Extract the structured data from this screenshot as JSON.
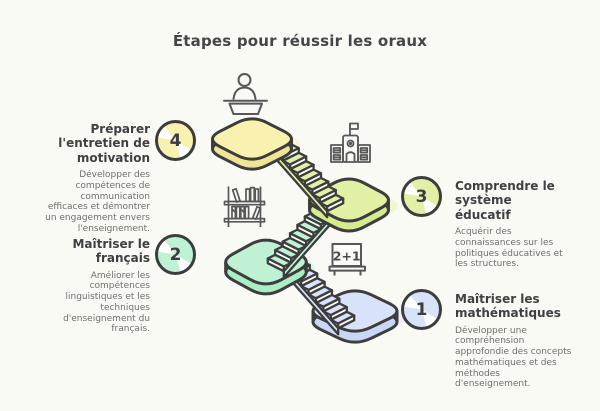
{
  "title": "Étapes pour réussir les oraux",
  "steps": [
    {
      "number": "1",
      "heading": "Maîtriser les mathématiques",
      "description": "Développer une compréhension approfondie des concepts mathématiques et des méthodes d'enseignement.",
      "color": "#D8E2F8",
      "side_color": "#C9D7F5"
    },
    {
      "number": "2",
      "heading": "Maîtriser le français",
      "description": "Améliorer les compétences linguistiques et les techniques d'enseignement du français.",
      "color": "#BFF2D4",
      "side_color": "#ABEEC6"
    },
    {
      "number": "3",
      "heading": "Comprendre le système éducatif",
      "description": "Acquérir des connaissances sur les politiques éducatives et les structures.",
      "color": "#E0F1A5",
      "side_color": "#D3EC90"
    },
    {
      "number": "4",
      "heading": "Préparer l'entretien de motivation",
      "description": "Développer des compétences de communication efficaces et démontrer un engagement envers l'enseignement.",
      "color": "#F8F1AF",
      "side_color": "#EFE594"
    }
  ],
  "icon_labels": {
    "math_board": "2+1"
  },
  "palette": {
    "background": "#FAFAF5",
    "outline": "#3D3D3D",
    "icon_stroke": "#575757",
    "riser": "#FCFDF8",
    "heading_text": "#3F4040",
    "body_text": "#6E6E6E"
  }
}
